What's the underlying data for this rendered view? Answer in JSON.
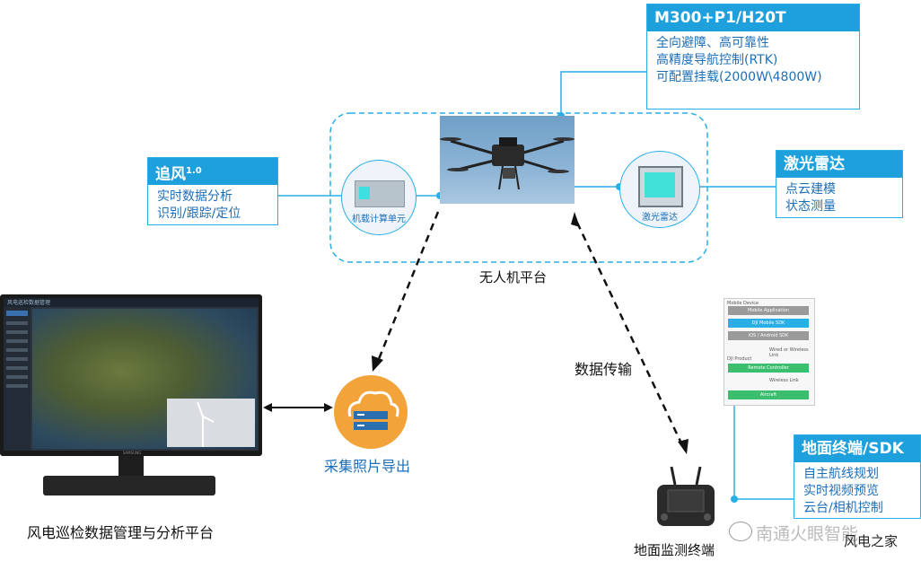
{
  "platform_box": {
    "title": "M300+P1/H20T",
    "lines": [
      "全向避障、高可靠性",
      "高精度导航控制(RTK)",
      "可配置挂载(2000W\\4800W)"
    ]
  },
  "zhuifeng_box": {
    "title": "追风",
    "title_sup": "1.0",
    "lines": [
      "实时数据分析",
      "识别/跟踪/定位"
    ]
  },
  "lidar_box": {
    "title": "激光雷达",
    "lines": [
      "点云建模",
      "状态测量"
    ]
  },
  "ground_box": {
    "title": "地面终端/SDK",
    "lines": [
      "自主航线规划",
      "实时视频预览",
      "云台/相机控制"
    ]
  },
  "labels": {
    "onboard_unit": "机载计算单元",
    "lidar_unit": "激光雷达",
    "uav_platform": "无人机平台",
    "data_transfer": "数据传输",
    "photo_export": "采集照片导出",
    "management_platform": "风电巡检数据管理与分析平台",
    "ground_terminal": "地面监测终端",
    "watermark_source": "南通火眼智能",
    "watermark_site": "风电之家"
  },
  "sdk_stack": {
    "mobile_device": "Mobile Device",
    "mobile_app": "Mobile Application",
    "mobile_sdk": "DJI Mobile SDK",
    "ios_android": "iOS / Android SDK",
    "wired_link": "Wired or Wireless Link",
    "dji_product": "DJI Product",
    "remote_controller": "Remote Controller",
    "wireless_link": "Wireless Link",
    "aircraft": "Aircraft"
  },
  "monitor": {
    "brand": "SAMSUNG",
    "app_title": "风电巡检数据管理",
    "sidebar_items": [
      "",
      "",
      "",
      "",
      "",
      "",
      "",
      "",
      "",
      ""
    ]
  },
  "colors": {
    "accent": "#1ea0dc",
    "text_blue": "#1e6fb8",
    "sdk_gray": "#9a9a9a",
    "sdk_blue": "#29aee6",
    "sdk_green": "#3bbf6e",
    "cloud_orange": "#f2a33a"
  }
}
